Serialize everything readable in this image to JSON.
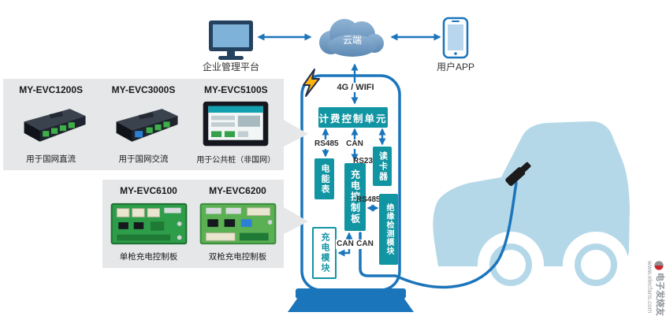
{
  "top": {
    "platform": "企业管理平台",
    "cloud": "云端",
    "app": "用户APP"
  },
  "pile": {
    "wifi": "4G / WIFI",
    "billing": "计费控制单元",
    "meter": "电能表",
    "board": "充电控制板",
    "reader": "读卡器",
    "insulation": "绝缘检测模块",
    "module": "充电模块",
    "rs485_top": "RS485",
    "can_top": "CAN",
    "rs232": "RS232",
    "rs485_mid": "RS485",
    "can_left": "CAN",
    "can_right": "CAN"
  },
  "panels": {
    "group1": {
      "items": [
        {
          "model": "MY-EVC1200S",
          "caption": "用于国网直流"
        },
        {
          "model": "MY-EVC3000S",
          "caption": "用于国网交流"
        },
        {
          "model": "MY-EVC5100S",
          "caption": "用于公共桩（非国网）"
        }
      ]
    },
    "group2": {
      "items": [
        {
          "model": "MY-EVC6100",
          "caption": "单枪充电控制板"
        },
        {
          "model": "MY-EVC6200",
          "caption": "双枪充电控制板"
        }
      ]
    }
  },
  "watermark": {
    "brand": "电子发烧友",
    "url": "www.elecfans.com"
  },
  "colors": {
    "teal": "#1295a3",
    "blue": "#1b75bb",
    "car_blue": "#b5d8e8",
    "panel_gray": "#e6e7e8",
    "bolt_yellow": "#ffb40c"
  }
}
